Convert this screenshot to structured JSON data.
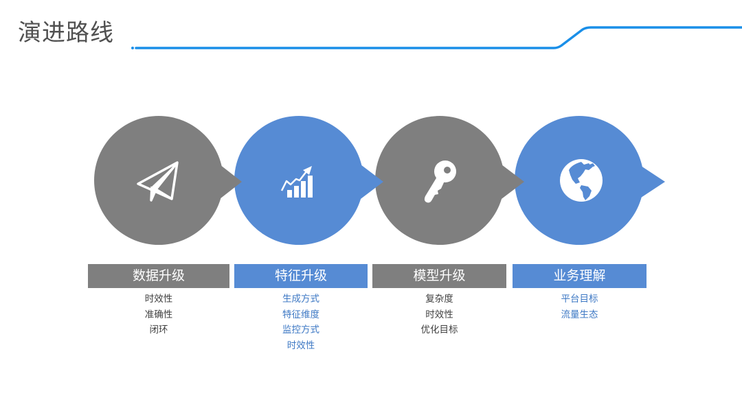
{
  "page": {
    "title": "演进路线"
  },
  "colors": {
    "gray": "#7f7f7f",
    "blue": "#568bd4",
    "header_line": "#1a8fe8",
    "title_text": "#505050"
  },
  "steps": [
    {
      "label": "数据升级",
      "icon": "paper-plane-icon",
      "color": "gray",
      "items": [
        "时效性",
        "准确性",
        "闭环"
      ]
    },
    {
      "label": "特征升级",
      "icon": "chart-growth-icon",
      "color": "blue",
      "items": [
        "生成方式",
        "特征维度",
        "监控方式",
        "时效性"
      ]
    },
    {
      "label": "模型升级",
      "icon": "key-icon",
      "color": "gray",
      "items": [
        "复杂度",
        "时效性",
        "优化目标"
      ]
    },
    {
      "label": "业务理解",
      "icon": "globe-icon",
      "color": "blue",
      "items": [
        "平台目标",
        "流量生态"
      ]
    }
  ]
}
